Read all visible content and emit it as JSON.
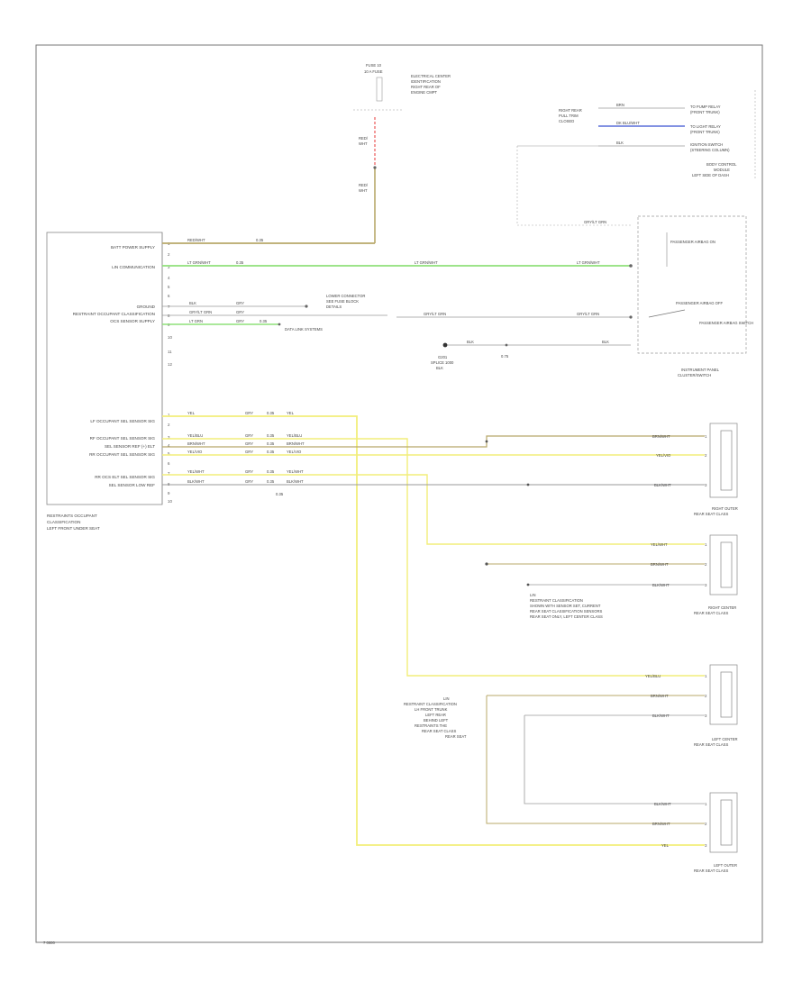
{
  "footer": {
    "code": "7 0000"
  },
  "colors": {
    "wire_yellow": "#f2ee7a",
    "wire_green": "#8fe07a",
    "wire_red": "#f08080",
    "wire_olive": "#b8a86a",
    "wire_blue": "#5a6fd8",
    "wire_gray": "#9a9a9a",
    "frame": "#777777"
  },
  "module": {
    "left_labels": [
      "BATT POWER SUPPLY",
      "LIN COMMUNICATION",
      "GROUND",
      "RESTRAINT OCCUPANT CLASSIFICATION",
      "OCS SENSOR SUPPLY",
      "LF OCCUPANT SEL SENSOR SIG",
      "RF OCCUPANT SEL SENSOR SIG",
      "SEL SENSOR REF (+) ELT",
      "RR OCCUPANT SEL SENSOR SIG",
      "RR OCS ELT SEL SENSOR SIG",
      "SEL SENSOR LOW REF"
    ],
    "pins_top": [
      "1",
      "2",
      "3",
      "4",
      "5",
      "6",
      "7",
      "8",
      "9",
      "10",
      "11",
      "12"
    ],
    "pins_bottom": [
      "1",
      "2",
      "3",
      "4",
      "5",
      "6",
      "7",
      "8",
      "9",
      "10"
    ],
    "caption": [
      "RESTRAINTS OCCUPANT",
      "CLASSIFICATION",
      "LEFT FRONT UNDER SEAT"
    ]
  },
  "fuse": {
    "top_label": [
      "FUSE 10",
      "10 A FUSE"
    ],
    "side_label": [
      "ELECTRICAL CENTER",
      "IDENTIFICATION",
      "RIGHT REAR OF",
      "ENGINE CMPT"
    ],
    "wire_top": [
      "RED/",
      "WHT"
    ],
    "wire_bottom": [
      "RED/",
      "WHT"
    ]
  },
  "wires_top": {
    "batt": {
      "left": "RED/WHT",
      "mid": "0.35"
    },
    "lin": {
      "left": "LT GRN/WHT",
      "mid": "0.35",
      "right_a": "LT GRN/WHT",
      "right_b": "LT GRN/WHT"
    },
    "ground": {
      "a": "BLK",
      "b": "GRY"
    },
    "roc": {
      "a": "GRY/LT GRN",
      "b": "GRY"
    },
    "ocs": {
      "a": "LT GRN",
      "b": "GRY",
      "c": "0.35"
    },
    "right_mid": [
      "GRY/LT GRN",
      "GRY/LT GRN"
    ]
  },
  "ground_note": [
    "LOWER CONNECTOR",
    "SEE FUSE BLOCK",
    "DETAILS"
  ],
  "data_link": "DATA LINK SYSTEMS",
  "grounding": [
    "G201",
    "SPLICE 1000",
    "BLK"
  ],
  "ground_wire": [
    "BLK",
    "BLK",
    "0.75"
  ],
  "passenger_panel": {
    "title": [
      "INSTRUMENT PANEL",
      "CLUSTER/SWITCH"
    ],
    "items": [
      "PASSENGER AIRBAG ON",
      "PASSENGER AIRBAG OFF",
      "PASSENGER AIRBAG SWITCH"
    ],
    "wire": "GRY/LT GRN"
  },
  "top_right": {
    "wires": [
      "BRN",
      "DK BLU/WHT",
      "BLK"
    ],
    "labels": [
      "TO PUMP RELAY",
      "(FRONT TRUNK)",
      "TO LIGHT RELAY",
      "(FRONT TRUNK)",
      "IGNITION SWITCH",
      "(STEERING COLUMN)"
    ],
    "caption": [
      "BODY CONTROL",
      "MODULE",
      "LEFT SIDE OF DASH"
    ],
    "left_labels": [
      "RIGHT REAR",
      "PULL TRIM",
      "CLOSED"
    ]
  },
  "seat_wires": {
    "w1": [
      "YEL",
      "GRY",
      "0.35",
      "YEL"
    ],
    "w2": [
      "YEL/BLU",
      "GRY",
      "0.35",
      "YEL/BLU"
    ],
    "w3": [
      "BRN/WHT",
      "GRY",
      "0.35",
      "BRN/WHT"
    ],
    "w4": [
      "YEL/VIO",
      "GRY",
      "0.35",
      "YEL/VIO"
    ],
    "w5": [
      "YEL/WHT",
      "GRY",
      "0.35",
      "YEL/WHT"
    ],
    "w6": [
      "BLK/WHT",
      "GRY",
      "0.35",
      "BLK/WHT"
    ],
    "mid_label": "0.35"
  },
  "sensors": [
    {
      "caption": [
        "RIGHT OUTER",
        "REAR SEAT CLASS"
      ],
      "wires": [
        "BRN/WHT",
        "YEL/VIO",
        "BLK/WHT"
      ],
      "pins": [
        "1",
        "2",
        "3"
      ]
    },
    {
      "caption": [
        "RIGHT CENTER",
        "REAR SEAT CLASS"
      ],
      "wires": [
        "YEL/WHT",
        "BRN/WHT",
        "BLK/WHT"
      ],
      "pins": [
        "1",
        "2",
        "3"
      ]
    },
    {
      "caption": [
        "LEFT CENTER",
        "REAR SEAT CLASS"
      ],
      "wires": [
        "YEL/BLU",
        "BRN/WHT",
        "BLK/WHT"
      ],
      "pins": [
        "1",
        "2",
        "3"
      ]
    },
    {
      "caption": [
        "LEFT OUTER",
        "REAR SEAT CLASS"
      ],
      "wires": [
        "BLK/WHT",
        "BRN/WHT",
        "YEL"
      ],
      "pins": [
        "1",
        "2",
        "3"
      ]
    }
  ],
  "notes": {
    "right_center": [
      "LIN",
      "RESTRAINT CLASSIFICATION",
      "SHOWN WITH SENSOR SET, CURRENT",
      "REAR SEAT CLASSIFICATION SENSORS",
      "REAR SEAT ONLY, LEFT CENTER CLASS"
    ],
    "left_center": [
      "LIN",
      "RESTRAINT CLASSIFICATION",
      "LH FRONT TRUNK",
      "LEFT REAR",
      "BEHIND LEFT",
      "RESTRAINTS THE",
      "REAR SEAT CLASS",
      "REAR SEAT"
    ]
  }
}
